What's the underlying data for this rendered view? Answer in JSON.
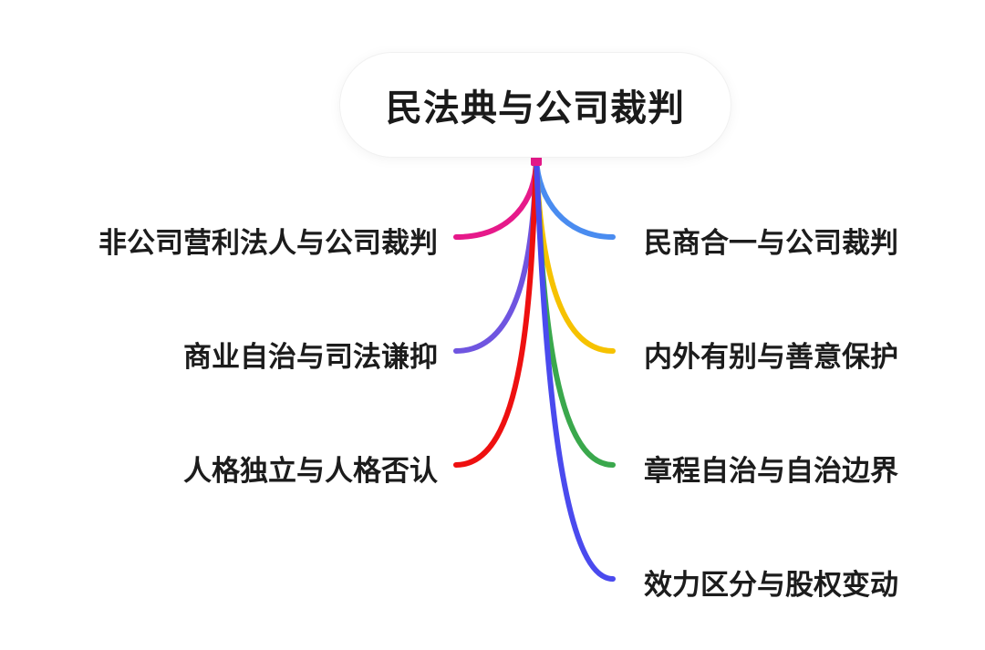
{
  "root": {
    "title": "民法典与公司裁判"
  },
  "branches": {
    "left": [
      {
        "label": "非公司营利法人与公司裁判",
        "color": "#e6198a"
      },
      {
        "label": "商业自治与司法谦抑",
        "color": "#6f55e0"
      },
      {
        "label": "人格独立与人格否认",
        "color": "#ee1010"
      }
    ],
    "right": [
      {
        "label": "民商合一与公司裁判",
        "color": "#4a8cf0"
      },
      {
        "label": "内外有别与善意保护",
        "color": "#f6c200"
      },
      {
        "label": "章程自治与自治边界",
        "color": "#3aa84c"
      },
      {
        "label": "效力区分与股权变动",
        "color": "#4a4aee"
      }
    ]
  }
}
